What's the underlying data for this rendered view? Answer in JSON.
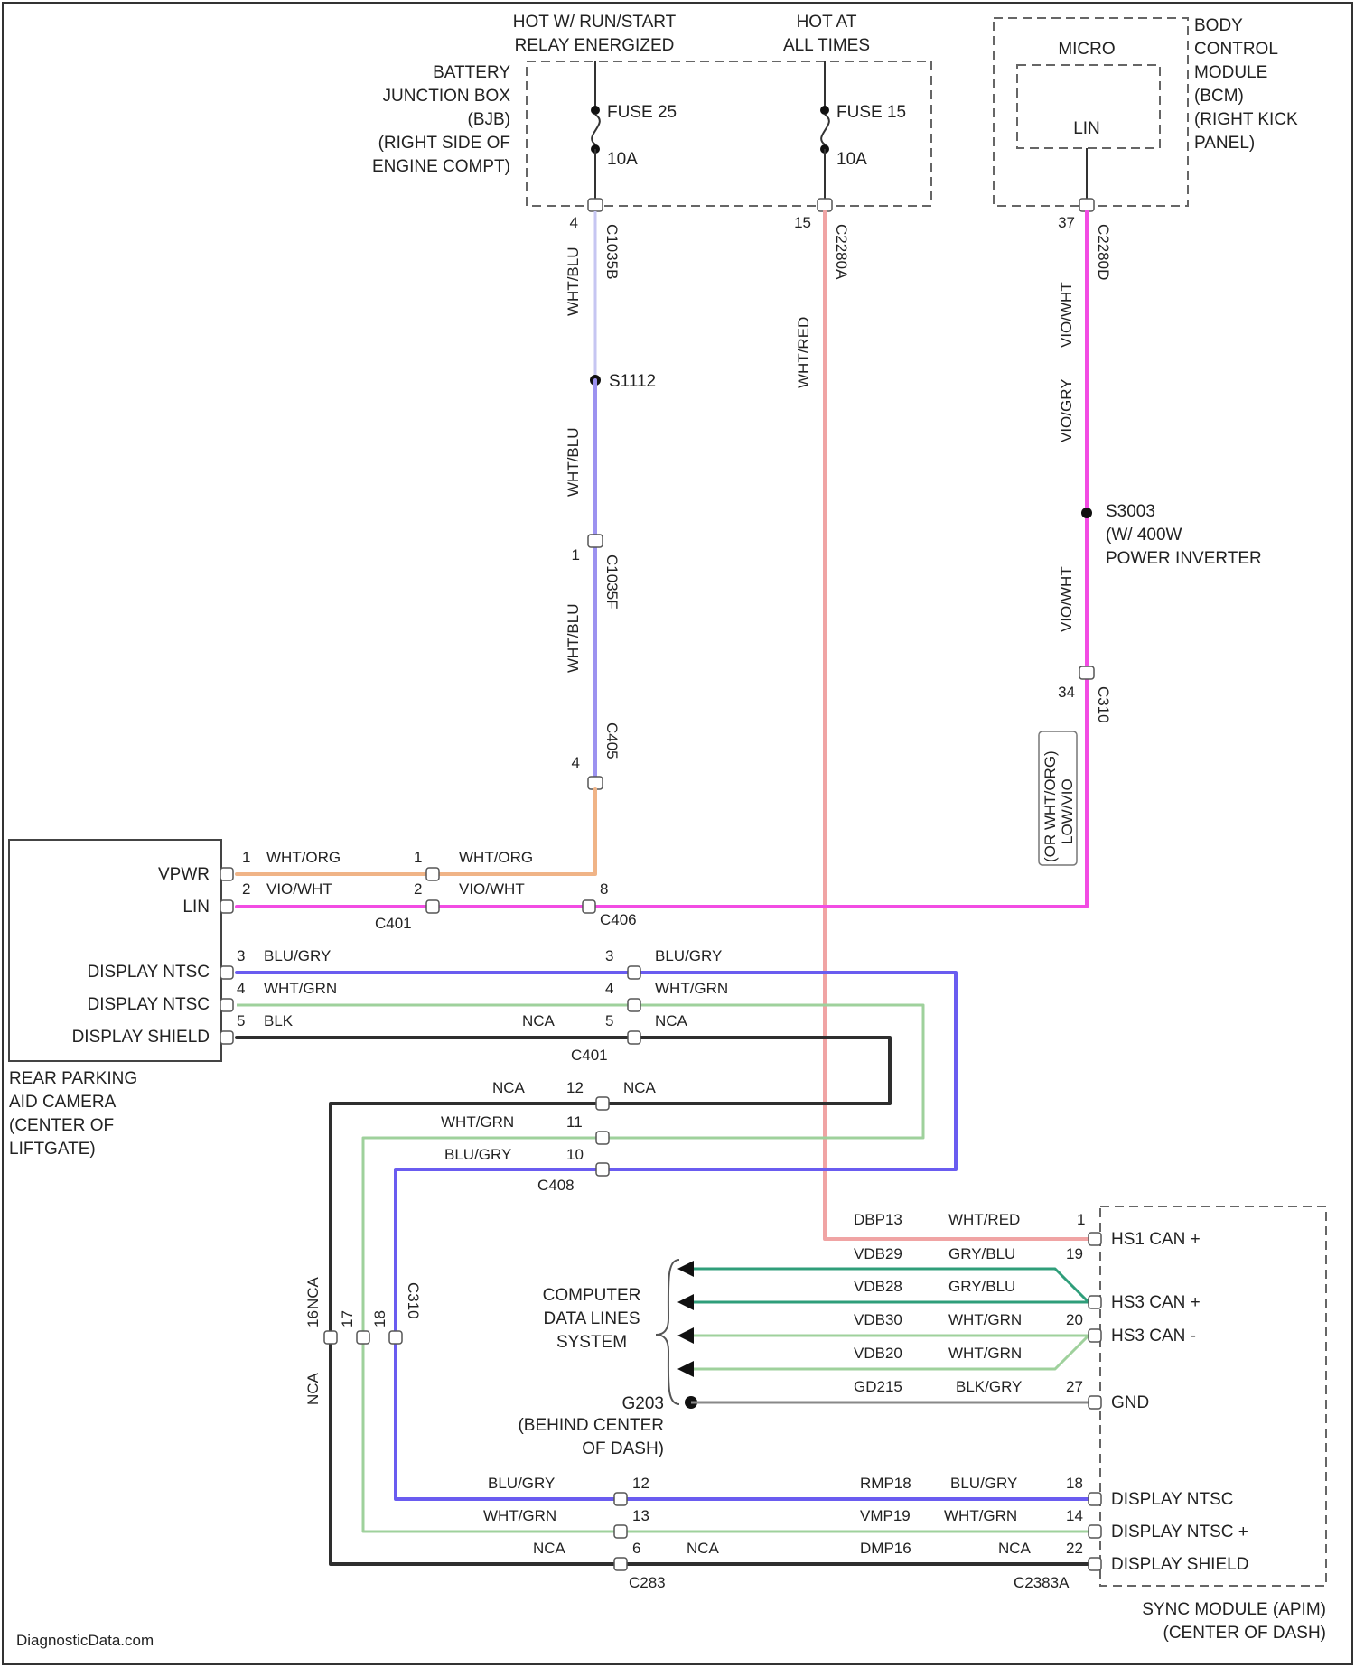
{
  "power": {
    "run_start_header": [
      "HOT W/ RUN/START",
      "RELAY ENERGIZED"
    ],
    "at_all_times_header": [
      "HOT AT",
      "ALL TIMES"
    ],
    "bjb_label": [
      "BATTERY",
      "JUNCTION BOX",
      "(BJB)",
      "(RIGHT SIDE OF",
      "ENGINE COMPT)"
    ],
    "fuse_a_name": "FUSE 25",
    "fuse_a_rating": "10A",
    "fuse_b_name": "FUSE 15",
    "fuse_b_rating": "10A",
    "fuse_a_pin": "4",
    "fuse_a_conn": "C1035B",
    "fuse_b_pin": "15",
    "fuse_b_conn": "C2280A"
  },
  "bcm": {
    "label": [
      "BODY",
      "CONTROL",
      "MODULE",
      "(BCM)",
      "(RIGHT KICK",
      "PANEL)"
    ],
    "micro": "MICRO",
    "lin": "LIN",
    "pin": "37",
    "conn": "C2280D"
  },
  "wires": {
    "wht_blu": "WHT/BLU",
    "wht_red": "WHT/RED",
    "vio_wht": "VIO/WHT",
    "vio_gry": "VIO/GRY",
    "wht_org": "WHT/ORG",
    "blu_gry": "BLU/GRY",
    "blk": "BLK",
    "nca": "NCA",
    "wht_grn": "WHT/GRN",
    "gry_blu": "GRY/BLU",
    "blu_gry2": "BLU/GRY"
  },
  "splices": {
    "s1112": "S1112",
    "s3003": "S3003",
    "s3003_note": [
      "(W/ 400W",
      "POWER INVERTER"
    ],
    "c1035f_pin": "1",
    "c1035f": "C1035F",
    "c405_pin": "4",
    "c405": "C405",
    "c310_pin": "34",
    "c310": "C310",
    "alt_wire": [
      "(OR WHT/ORG)",
      "LOW/VIO"
    ]
  },
  "camera": {
    "label": [
      "REAR PARKING",
      "AID CAMERA",
      "(CENTER OF",
      "LIFTGATE)"
    ],
    "pins": [
      "VPWR",
      "LIN",
      "DISPLAY NTSC",
      "DISPLAY NTSC",
      "DISPLAY SHIELD"
    ],
    "pin_nums": [
      "1",
      "2",
      "3",
      "4",
      "5"
    ],
    "c401": "C401",
    "c406": "C406",
    "c405b": "C405",
    "c406_pin8": "8"
  },
  "harness": {
    "c1_pins": [
      "1",
      "2"
    ],
    "c2_pins": [
      "3",
      "4",
      "5"
    ],
    "c408": "C408",
    "p12": "12",
    "p11": "11",
    "p10": "10",
    "vertical_pins": [
      "16",
      "17",
      "18"
    ],
    "c310b": "C310",
    "c283": "C283",
    "p12b": "12",
    "p13": "13",
    "p6": "6"
  },
  "cdl": {
    "label": [
      "COMPUTER",
      "DATA LINES",
      "SYSTEM"
    ],
    "ground": "G203",
    "ground_note": [
      "(BEHIND CENTER",
      "OF DASH)"
    ],
    "circuits": [
      "DBP13",
      "VDB29",
      "VDB28",
      "VDB30",
      "VDB20",
      "GD215"
    ],
    "colors": [
      "WHT/RED",
      "GRY/BLU",
      "GRY/BLU",
      "WHT/GRN",
      "WHT/GRN",
      "BLK/GRY"
    ],
    "pins": [
      "1",
      "19",
      "20",
      "27"
    ]
  },
  "sync": {
    "label": [
      "SYNC MODULE (APIM)",
      "(CENTER OF DASH)"
    ],
    "pins": [
      "HS1 CAN +",
      "HS3 CAN +",
      "HS3 CAN -",
      "GND",
      "DISPLAY NTSC",
      "DISPLAY NTSC +",
      "DISPLAY SHIELD"
    ],
    "bottom_circuits": [
      "RMP18",
      "VMP19",
      "DMP16"
    ],
    "bottom_colors": [
      "BLU/GRY",
      "WHT/GRN",
      "NCA"
    ],
    "bottom_pins": [
      "18",
      "14",
      "22"
    ],
    "conn": "C2383A"
  },
  "footer": "DiagnosticData.com",
  "colors": {
    "orange": "#f0b487",
    "magenta": "#f24ce3",
    "blue": "#6a5cf0",
    "green": "#9fd19c",
    "dark": "#2e2e2e",
    "red": "#f0a4a4",
    "teal": "#2f9e7a"
  }
}
